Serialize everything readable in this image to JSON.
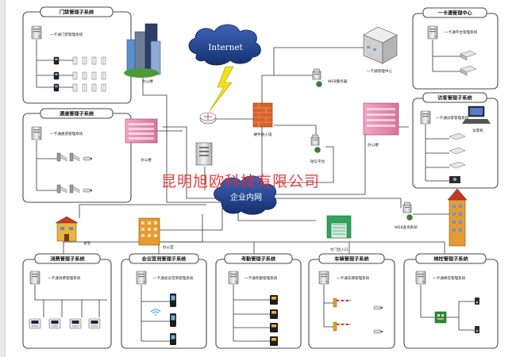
{
  "panels": {
    "access_control": {
      "title": "门禁管理子系统",
      "server_label": "一卡通门禁管理系统"
    },
    "passage": {
      "title": "通道管理子系统",
      "server_label": "一卡通通道管理系统"
    },
    "card_center": {
      "title": "一卡通管理中心",
      "server_label": "一卡通平台管理系统"
    },
    "visitor": {
      "title": "访客管理子系统",
      "server_label": "一卡通访客管理系统",
      "device_label": "访客机"
    },
    "consumption": {
      "title": "消费管理子系统",
      "server_label": "一卡通消费管理系统"
    },
    "meeting": {
      "title": "会议签到管理子系统",
      "server_label": "一卡通会议签到管理系统"
    },
    "attendance": {
      "title": "考勤管理子系统",
      "server_label": "一卡通考勤管理系统"
    },
    "vehicle": {
      "title": "车辆管理子系统",
      "server_label": "一卡通车辆管理系统"
    },
    "elevator": {
      "title": "梯控管理子系统",
      "server_label": "一卡通梯控管理系统"
    }
  },
  "center": {
    "internet": "Internet",
    "intranet": "企业内网",
    "center_building": "一卡通管理中心",
    "web_server": "WEB服务器",
    "firewall": "硬件防火墙",
    "sms_platform": "短信平台",
    "office_building": "办公楼",
    "canteen": "食堂",
    "dormitory": "办公室",
    "main_gate": "大门出入口",
    "web_query": "WEB查询系统"
  },
  "watermark": "昆明旭欧科技有限公司",
  "colors": {
    "line": "#333333",
    "cloud": "#1d3f8a",
    "watermark": "#e8262a"
  }
}
